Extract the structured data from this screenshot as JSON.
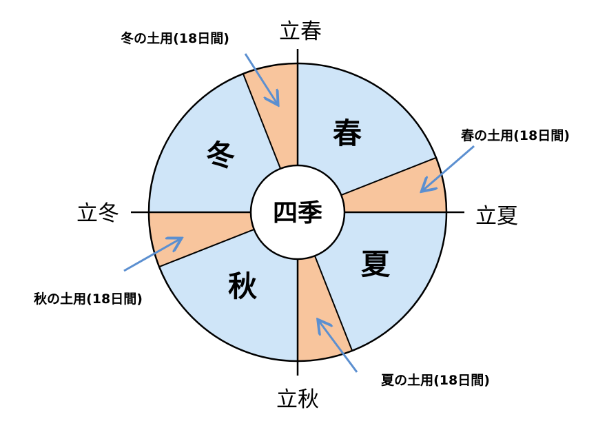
{
  "colors": {
    "season": "#cfe5f8",
    "doyo": "#f8c59d",
    "arrow": "#5b8fd0",
    "line": "#000000"
  },
  "center_label": "四季",
  "boundaries": {
    "top": "立春",
    "right": "立夏",
    "bottom": "立秋",
    "left": "立冬"
  },
  "seasons": [
    {
      "key": "spring",
      "label": "春"
    },
    {
      "key": "summer",
      "label": "夏"
    },
    {
      "key": "autumn",
      "label": "秋"
    },
    {
      "key": "winter",
      "label": "冬"
    }
  ],
  "doyo_labels": {
    "winter": "冬の土用(18日間)",
    "spring": "春の土用(18日間)",
    "autumn": "秋の土用(18日間)",
    "summer": "夏の土用(18日間)"
  }
}
